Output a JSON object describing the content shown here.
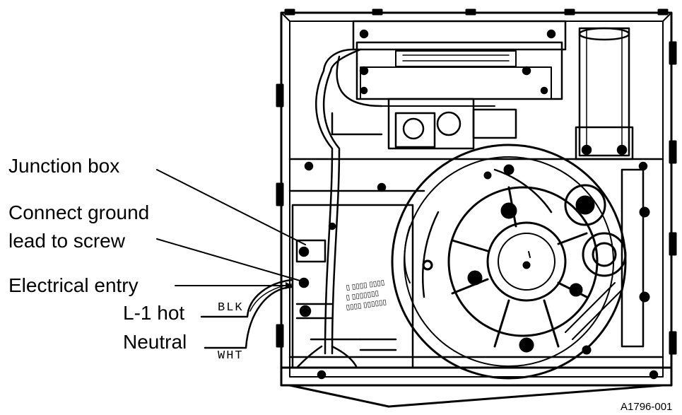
{
  "labels": {
    "junction_box": "Junction box",
    "ground_line1": "Connect ground",
    "ground_line2": "lead to screw",
    "electrical_entry": "Electrical entry",
    "l1_hot": "L-1 hot",
    "neutral": "Neutral"
  },
  "wires": {
    "blk": "BLK",
    "wht": "WHT"
  },
  "figure_id": "A1796-001"
}
